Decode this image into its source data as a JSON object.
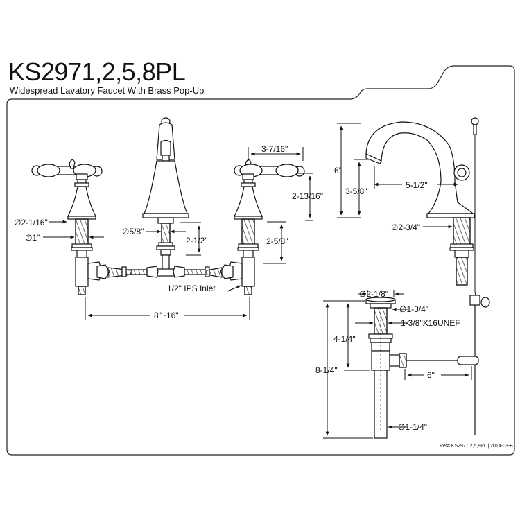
{
  "header": {
    "model": "KS2971,2,5,8PL",
    "description": "Widespread Lavatory Faucet With Brass Pop-Up"
  },
  "dimensions": {
    "handle_base_dia": "∅2-1/16\"",
    "stem_dia": "∅1\"",
    "spout_shank_dia": "∅5/8\"",
    "shank_length_spout": "2-1/2\"",
    "handle_width": "3-7/16\"",
    "handle_height": "2-13/16\"",
    "shank_length_handle": "2-5/8\"",
    "inlet": "1/2\" IPS Inlet",
    "spread": "8\"~16\"",
    "overall_height": "6\"",
    "spout_height": "3-5/8\"",
    "spout_reach": "5-1/2\"",
    "spout_base_dia": "∅2-3/4\"",
    "flange_dia": "∅2-1/8\"",
    "drain_top_dia": "∅1-3/4\"",
    "thread": "1-3/8\"X16UNEF",
    "drain_body_height": "4-1/4\"",
    "drain_total_height": "8-1/4\"",
    "lift_rod_length": "6\"",
    "tailpiece_dia": "∅1-1/4\""
  },
  "footer": {
    "ref": "Ref# KS2971,2,5,8PL | 2014-03-B"
  }
}
